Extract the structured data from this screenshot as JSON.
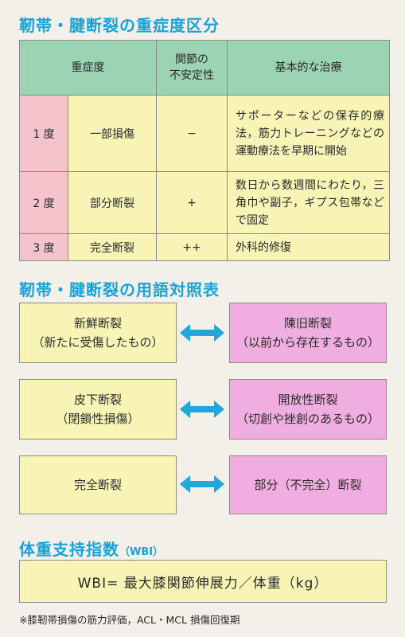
{
  "section1": {
    "title": "靭帯・腱断裂の重症度区分",
    "headers": {
      "severity": "重症度",
      "instability_line1": "関節の",
      "instability_line2": "不安定性",
      "treatment": "基本的な治療"
    },
    "rows": [
      {
        "grade": "1 度",
        "name": "一部損傷",
        "instability": "−",
        "treatment": "サポーターなどの保存的療法，筋力トレーニングなどの運動療法を早期に開始"
      },
      {
        "grade": "2 度",
        "name": "部分断裂",
        "instability": "+",
        "treatment": "数日から数週間にわたり，三角巾や副子，ギプス包帯などで固定"
      },
      {
        "grade": "3 度",
        "name": "完全断裂",
        "instability": "++",
        "treatment": "外科的修復"
      }
    ]
  },
  "section2": {
    "title": "靭帯・腱断裂の用語対照表",
    "pairs": [
      {
        "left_line1": "新鮮断裂",
        "left_line2": "（新たに受傷したもの）",
        "right_line1": "陳旧断裂",
        "right_line2": "（以前から存在するもの）"
      },
      {
        "left_line1": "皮下断裂",
        "left_line2": "（閉鎖性損傷）",
        "right_line1": "開放性断裂",
        "right_line2": "（切創や挫創のあるもの）"
      },
      {
        "left_line1": "完全断裂",
        "left_line2": "",
        "right_line1": "部分（不完全）断裂",
        "right_line2": ""
      }
    ]
  },
  "section3": {
    "title": "体重支持指数",
    "title_abbr": "（WBI）",
    "formula": "WBI= 最大膝関節伸展力／体重（kg）",
    "footnote": "※膝靭帯損傷の筋力評価，ACL・MCL 損傷回復期"
  },
  "colors": {
    "title_blue": "#19a3d8",
    "header_green": "#9bd3b3",
    "cell_yellow": "#f7f4b6",
    "grade_pink": "#f4c3cc",
    "box_magenta": "#f0aee0",
    "arrow_blue": "#22a7dc"
  }
}
